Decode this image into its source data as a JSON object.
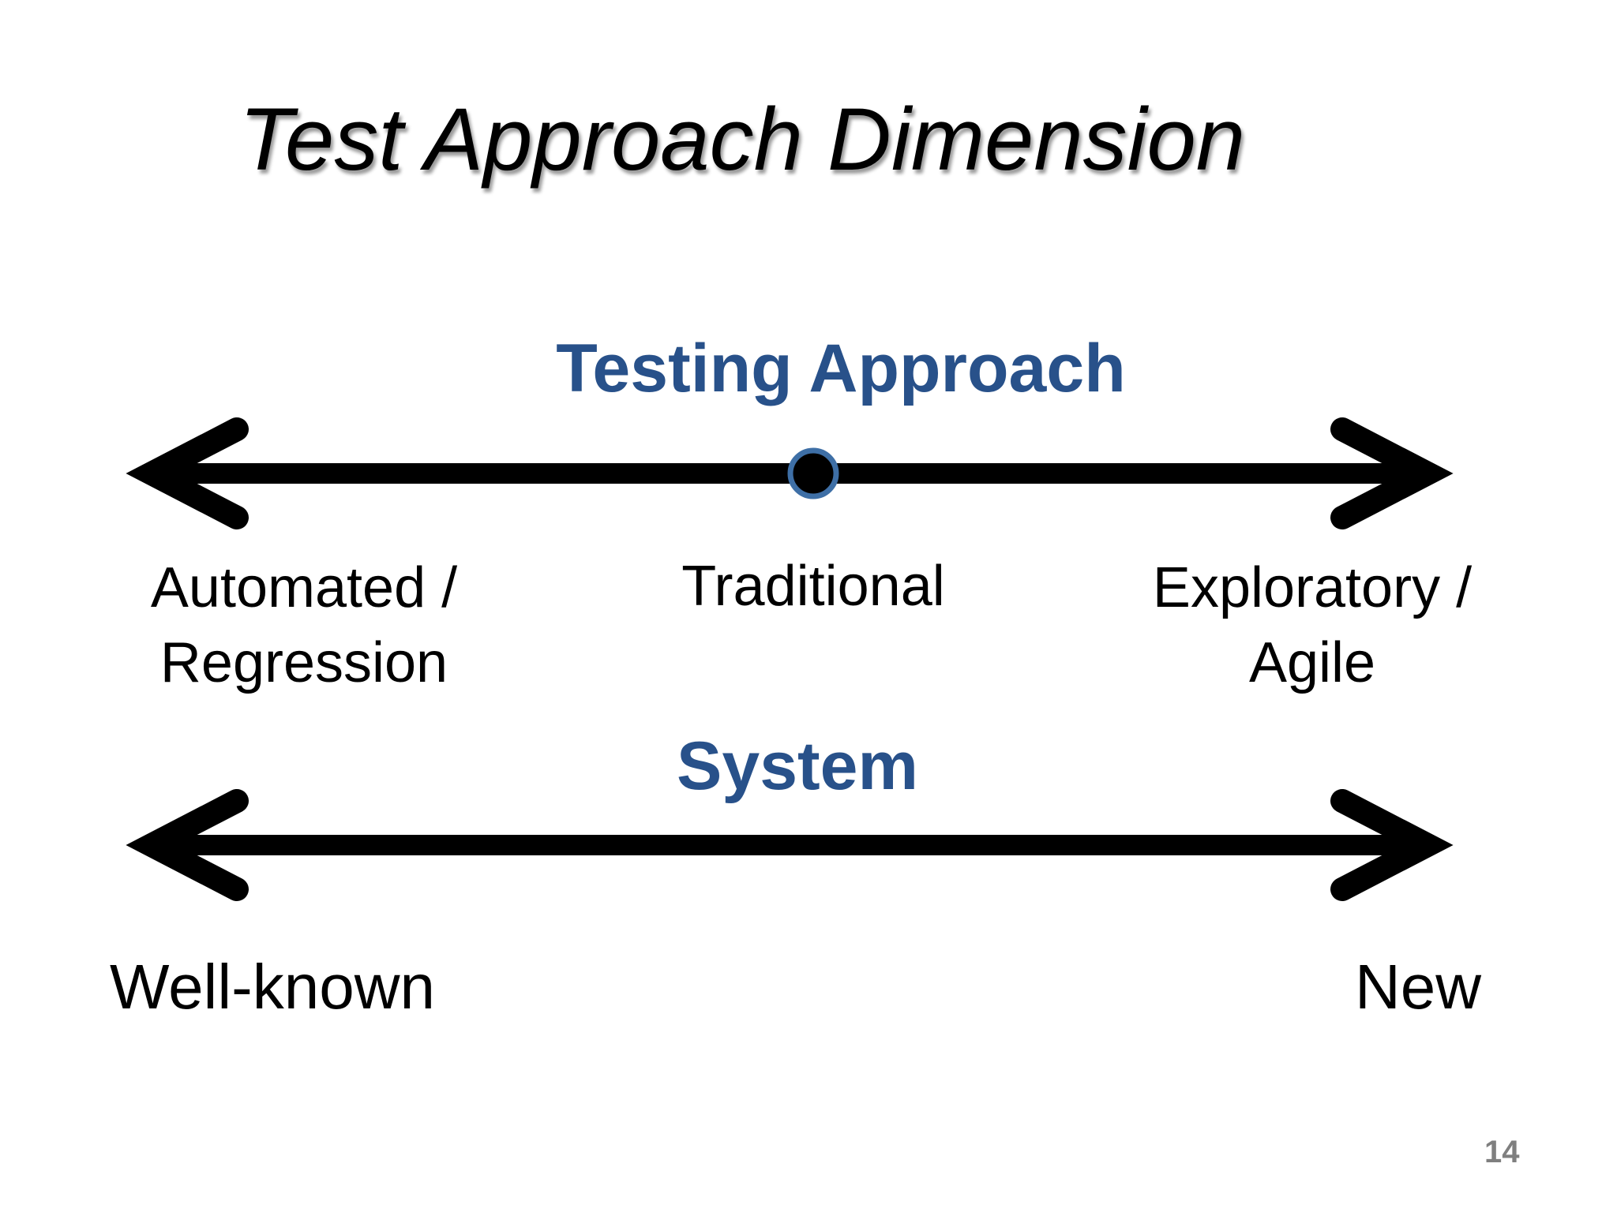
{
  "slide": {
    "title": "Test Approach Dimension",
    "page_number": "14"
  },
  "colors": {
    "background": "#FFFFFF",
    "heading-blue": "#28518A",
    "marker-ring-blue": "#3E6FA6",
    "arrow-black": "#000000",
    "label-black": "#000000",
    "page-number-gray": "#7F7F7F"
  },
  "testing_approach": {
    "heading": "Testing Approach",
    "left_label": {
      "line1": "Automated /",
      "line2": "Regression"
    },
    "center_label": "Traditional",
    "right_label": {
      "line1": "Exploratory /",
      "line2": "Agile"
    },
    "marker": "center-dot"
  },
  "system": {
    "heading": "System",
    "left_label": "Well-known",
    "right_label": "New"
  }
}
